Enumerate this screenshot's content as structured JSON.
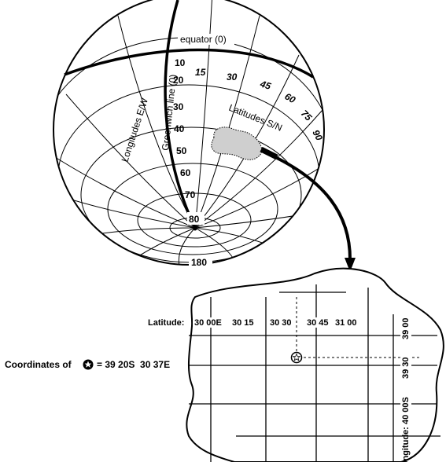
{
  "globe": {
    "equator_label": "equator (0)",
    "greenwich_label": "Greenwich line (0)",
    "longitudes_label": "Longitudes E/W",
    "latitudes_label": "Latitudes S/N",
    "latitude_ticks": [
      "10",
      "20",
      "30",
      "40",
      "50",
      "60",
      "70",
      "80"
    ],
    "longitude_ticks": [
      "15",
      "30",
      "45",
      "60",
      "75",
      "90"
    ],
    "bottom_label": "180"
  },
  "inset": {
    "latitude_title": "Latitude:",
    "lon_ticks": [
      "30 00E",
      "30 15",
      "30 30",
      "30 45",
      "31 00"
    ],
    "lat_ticks": [
      "39 00",
      "39 30",
      "40 00S"
    ],
    "longitude_title": "Longitude:"
  },
  "coordinates": {
    "prefix": "Coordinates of",
    "value": "= 39 20S  30 37E"
  },
  "icons": {
    "marker": "star-marker-icon",
    "connector": "curved-arrow-icon"
  }
}
